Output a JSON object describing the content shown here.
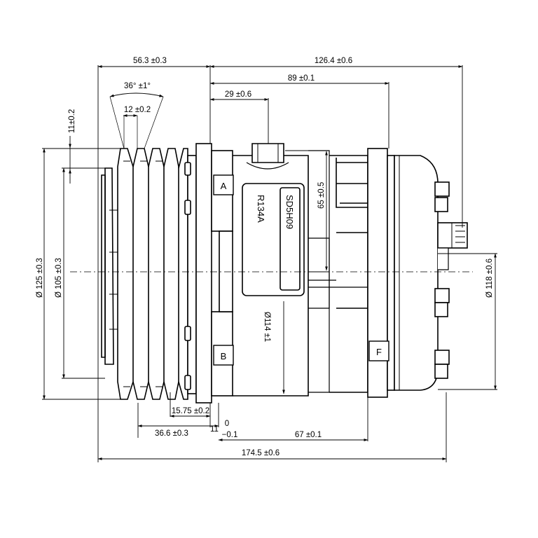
{
  "diagram": {
    "model_label": "SD5H09",
    "refrigerant_label": "R134A",
    "port_labels": {
      "a": "A",
      "b": "B",
      "f": "F"
    },
    "dimensions": {
      "top_56_3": "56.3 ±0.3",
      "top_126_4": "126.4 ±0.6",
      "top_89": "89 ±0.1",
      "top_29": "29 ±0.6",
      "angle_36": "36° ±1°",
      "groove_12": "12 ±0.2",
      "left_11": "11±0.2",
      "dia_125": "Ø 125 ±0.3",
      "dia_105": "Ø 105 ±0.3",
      "height_65": "65 ±0.5",
      "dia_114": "Ø114 ±1",
      "dia_118": "Ø 118 ±0.6",
      "bot_15_75": "15.75 ±0.2",
      "bot_36_6": "36.6 ±0.3",
      "bot_11": "11",
      "bot_tol_upper": "0",
      "bot_tol_lower": "−0.1",
      "bot_67": "67 ±0.1",
      "bot_174_5": "174.5 ±0.6"
    }
  }
}
